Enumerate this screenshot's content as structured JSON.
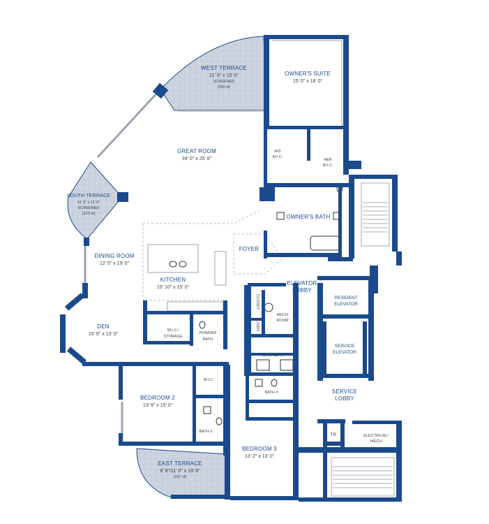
{
  "rooms": [
    {
      "id": "west-terrace",
      "name": "WEST TERRACE",
      "size": "21' 0\" x 15' 0\"",
      "note": "SCREENED",
      "area": "(260 sf)"
    },
    {
      "id": "owners-suite",
      "name": "OWNER'S SUITE",
      "size": "15' 0\" x 18' 0\""
    },
    {
      "id": "great-room",
      "name": "GREAT ROOM",
      "size": "34' 0\" x 25' 8\""
    },
    {
      "id": "his-wic",
      "name": "HIS",
      "name2": "W.I.C."
    },
    {
      "id": "her-wic",
      "name": "HER",
      "name2": "W.I.C."
    },
    {
      "id": "south-terrace",
      "name": "SOUTH TERRACE",
      "size": "11' 0\" x 11' 0\"",
      "note": "SCREENED",
      "area": "(123 sf)"
    },
    {
      "id": "owners-bath",
      "name": "OWNER'S BATH"
    },
    {
      "id": "foyer",
      "name": "FOYER"
    },
    {
      "id": "dining-room",
      "name": "DINING ROOM",
      "size": "12' 5\" x 19' 0\""
    },
    {
      "id": "kitchen",
      "name": "KITCHEN",
      "size": "15' 10\" x 15' 0\""
    },
    {
      "id": "elevator-lobby",
      "name": "ELEVATOR",
      "name2": "LOBBY"
    },
    {
      "id": "resident-elevator",
      "name": "RESIDENT",
      "name2": "ELEVATOR"
    },
    {
      "id": "closet",
      "name": "CLOSET"
    },
    {
      "id": "mech-room",
      "name": "MECH",
      "name2": "ROOM"
    },
    {
      "id": "linen",
      "name": "LINEN"
    },
    {
      "id": "den",
      "name": "DEN",
      "size": "16' 8\" x 13' 0\""
    },
    {
      "id": "wic-storage",
      "name": "W.I.C./",
      "name2": "STORAGE"
    },
    {
      "id": "powder-bath",
      "name": "POWDER",
      "name2": "BATH"
    },
    {
      "id": "service-elevator",
      "name": "SERVICE",
      "name2": "ELEVATOR"
    },
    {
      "id": "laundry",
      "name": "LAUNDRY"
    },
    {
      "id": "wic-2",
      "name": "W.I.C."
    },
    {
      "id": "bath-3",
      "name": "BATH 3"
    },
    {
      "id": "bedroom-2",
      "name": "BEDROOM 2",
      "size": "13' 9\" x 15' 0\""
    },
    {
      "id": "service-lobby",
      "name": "SERVICE",
      "name2": "LOBBY"
    },
    {
      "id": "tr",
      "name": "TR"
    },
    {
      "id": "electrical-mech",
      "name": "ELECTRICAL/",
      "name2": "MECH"
    },
    {
      "id": "bath-2",
      "name": "BATH 2"
    },
    {
      "id": "bedroom-3",
      "name": "BEDROOM 3",
      "size": "13' 2\" x 13' 0\""
    },
    {
      "id": "east-terrace",
      "name": "EAST TERRACE",
      "size": "8' 8\"/11' 0\" x 18' 8\"",
      "area": "(157 sf)"
    }
  ],
  "colors": {
    "wall": "#1a4a8c",
    "terrace": "#cdd3df",
    "label": "#1a4a8c"
  }
}
